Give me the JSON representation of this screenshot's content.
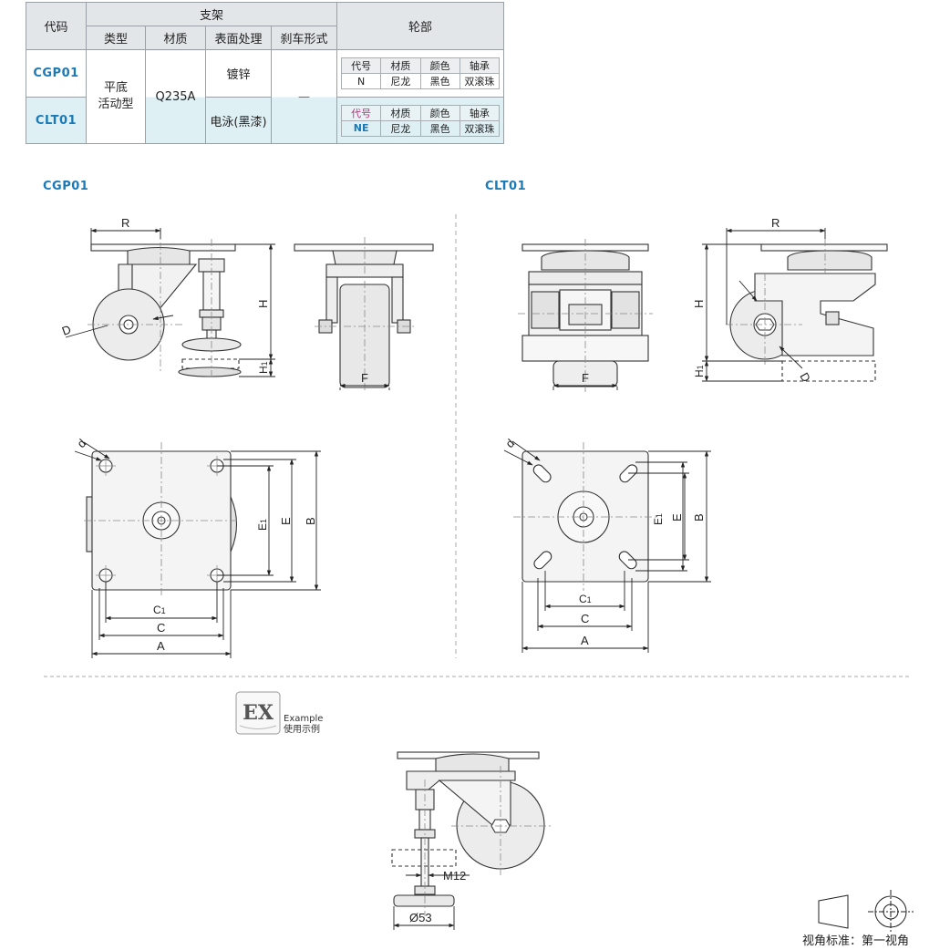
{
  "table": {
    "header_code": "代码",
    "header_bracket": "支架",
    "header_wheel": "轮部",
    "sub_headers": [
      "类型",
      "材质",
      "表面处理",
      "刹车形式"
    ],
    "rows": [
      {
        "code": "CGP01",
        "surface": "镀锌"
      },
      {
        "code": "CLT01",
        "surface": "电泳(黑漆)"
      }
    ],
    "type": "平底\n活动型",
    "material": "Q235A",
    "brake": "—",
    "wheel_headers": [
      "代号",
      "材质",
      "颜色",
      "轴承"
    ],
    "wheel_rows": [
      [
        "N",
        "尼龙",
        "黑色",
        "双滚珠"
      ],
      [
        "NE",
        "尼龙",
        "黑色",
        "双滚珠"
      ]
    ]
  },
  "sections": {
    "left_title": "CGP01",
    "right_title": "CLT01"
  },
  "dims": {
    "R": "R",
    "H": "H",
    "H1": "H",
    "H1_sub": "1",
    "D": "D",
    "F": "F",
    "d": "d",
    "E1": "E",
    "E1_sub": "1",
    "E": "E",
    "B": "B",
    "C1": "C",
    "C1_sub": "1",
    "C": "C",
    "A": "A"
  },
  "example": {
    "badge": "EX",
    "caption_en": "Example",
    "caption_cn": "使用示例",
    "m12": "M12",
    "dia53": "Ø53"
  },
  "view_standard": "视角标准：第一视角",
  "colors": {
    "code_blue": "#1a7ab8",
    "code_pink": "#b0387a",
    "row_highlight": "#dff0f5",
    "header_gray": "#e3e6e8"
  }
}
